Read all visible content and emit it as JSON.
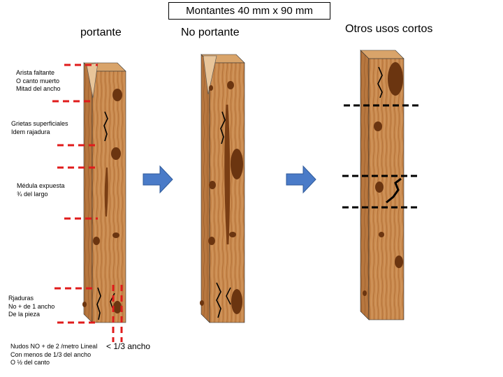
{
  "title": "Montantes 40 mm x 90 mm",
  "columns": {
    "portante": "portante",
    "no_portante": "No portante",
    "otros_usos": "Otros usos cortos"
  },
  "notes": {
    "arista": [
      "Arista faltante",
      "O canto muerto",
      "Mitad del ancho"
    ],
    "grietas": [
      "Grietas superficiales",
      "Idem rajadura"
    ],
    "medula": [
      "Médula expuesta",
      "¾ del largo"
    ],
    "rajaduras": [
      "Rjaduras",
      "No + de 1 ancho",
      "De la pieza"
    ],
    "nudos": [
      "Nudos NO + de 2 /metro Lineal",
      "Con menos de 1/3 del ancho",
      "O ½ del canto"
    ],
    "ancho_label": "< 1/3 ancho"
  },
  "colors": {
    "wood": "#c98a4e",
    "wood_top": "#d9a46a",
    "wood_side": "#b7773f",
    "knot": "#6b3510",
    "red_dash": "#e01b1b",
    "arrow": "#4a7bc8"
  }
}
